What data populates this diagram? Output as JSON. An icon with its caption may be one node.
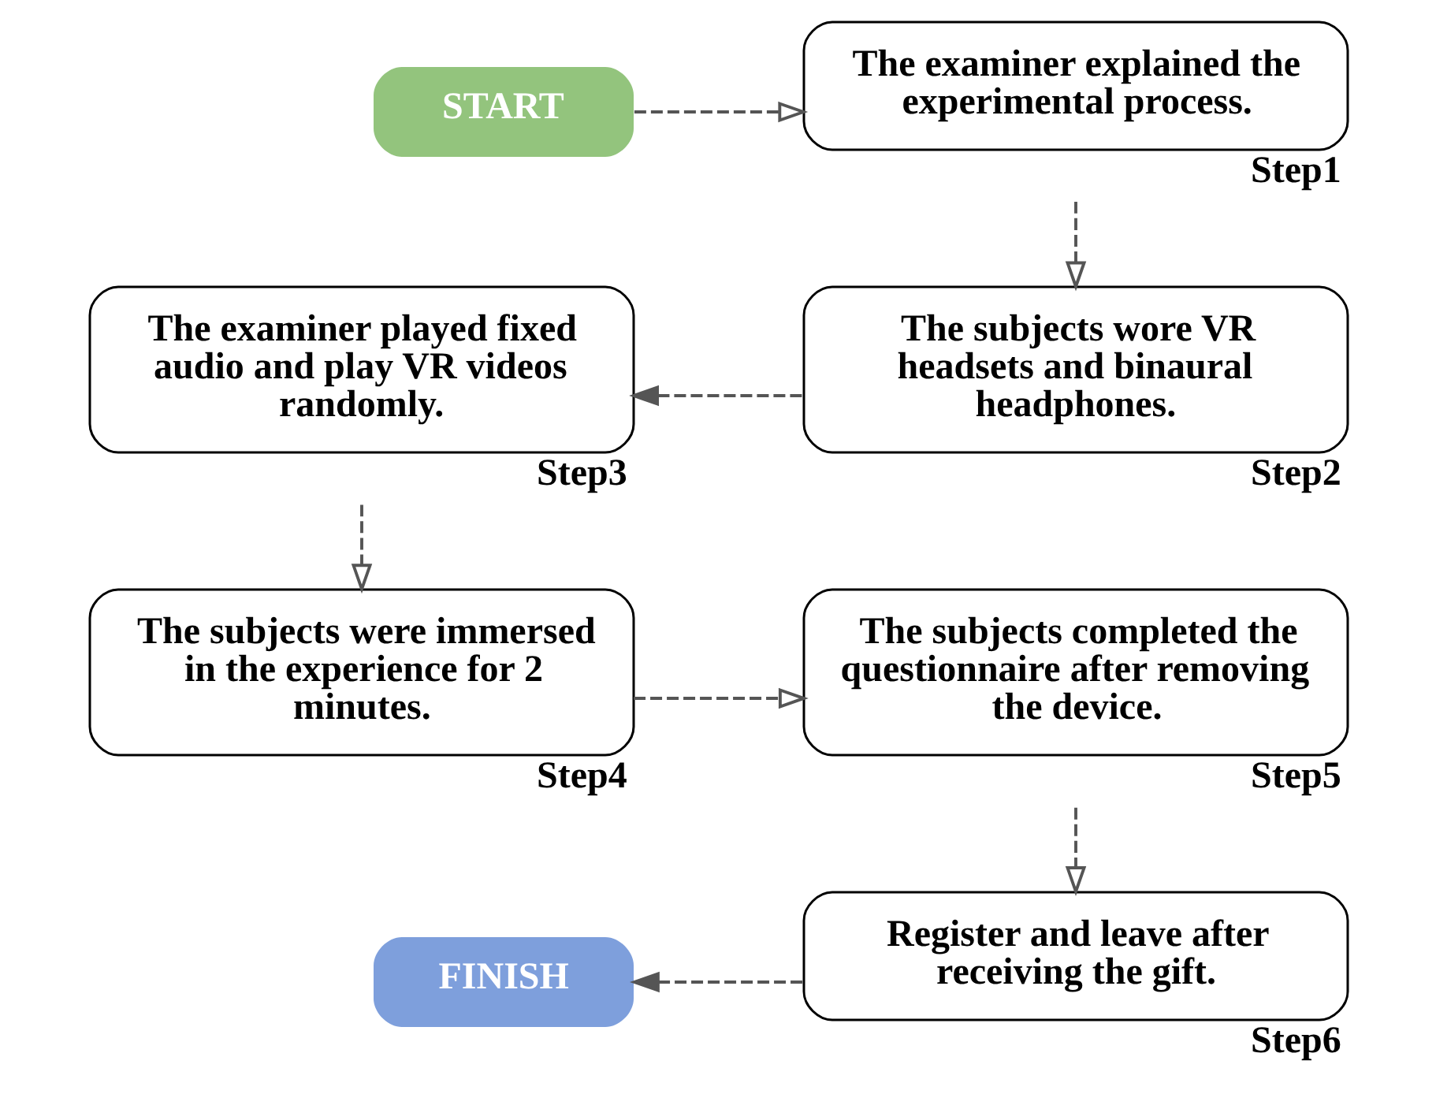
{
  "diagram": {
    "nodes": [
      {
        "text": [
          "START"
        ]
      },
      {
        "text": [
          "The examiner explained the experimental process."
        ],
        "beside": [
          "Step1"
        ]
      },
      {
        "text": [
          "The subjects wore VR headsets and binaural headphones."
        ],
        "beside": [
          "Step2"
        ]
      },
      {
        "text": [
          "The examiner played fixed audio and play VR videos randomly."
        ],
        "beside": [
          "Step3"
        ]
      },
      {
        "text": [
          "The subjects were immersed in the experience for 2 minutes."
        ],
        "beside": [
          "Step4"
        ]
      },
      {
        "text": [
          "The subjects completed the questionnaire after removing the device."
        ],
        "beside": [
          "Step5"
        ]
      },
      {
        "text": [
          "Register and leave after receiving the gift."
        ],
        "beside": [
          "Step6"
        ]
      },
      {
        "text": [
          "FINISH"
        ]
      }
    ],
    "edges": [
      {
        "from": 0,
        "to": 1,
        "arrow": "to",
        "style": "dashed"
      },
      {
        "from": 1,
        "to": 2,
        "arrow": "to",
        "style": "dashed"
      },
      {
        "from": 2,
        "to": 3,
        "arrow": "to",
        "style": "dashed"
      },
      {
        "from": 3,
        "to": 4,
        "arrow": "to",
        "style": "dashed"
      },
      {
        "from": 4,
        "to": 5,
        "arrow": "to",
        "style": "dashed"
      },
      {
        "from": 5,
        "to": 6,
        "arrow": "to",
        "style": "dashed"
      },
      {
        "from": 6,
        "to": 7,
        "arrow": "to",
        "style": "dashed"
      }
    ]
  }
}
